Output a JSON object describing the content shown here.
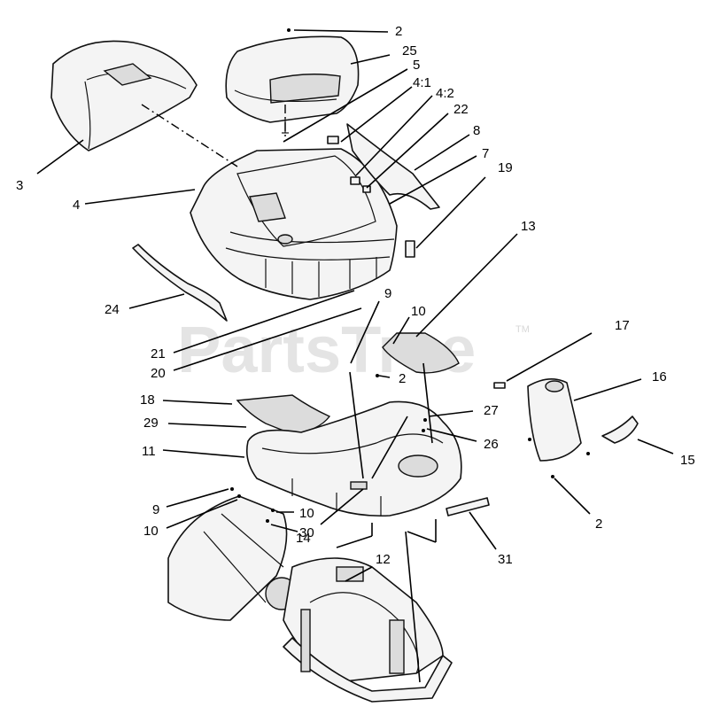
{
  "watermark": {
    "text": "PartsTree",
    "tm": "TM"
  },
  "callouts": [
    {
      "id": "c2a",
      "text": "2"
    },
    {
      "id": "c25",
      "text": "25"
    },
    {
      "id": "c5",
      "text": "5"
    },
    {
      "id": "c41",
      "text": "4:1"
    },
    {
      "id": "c42",
      "text": "4:2"
    },
    {
      "id": "c22",
      "text": "22"
    },
    {
      "id": "c8",
      "text": "8"
    },
    {
      "id": "c7",
      "text": "7"
    },
    {
      "id": "c19",
      "text": "19"
    },
    {
      "id": "c3",
      "text": "3"
    },
    {
      "id": "c4",
      "text": "4"
    },
    {
      "id": "c13",
      "text": "13"
    },
    {
      "id": "c24",
      "text": "24"
    },
    {
      "id": "c9a",
      "text": "9"
    },
    {
      "id": "c10a",
      "text": "10"
    },
    {
      "id": "c21",
      "text": "21"
    },
    {
      "id": "c20",
      "text": "20"
    },
    {
      "id": "c2b",
      "text": "2"
    },
    {
      "id": "c17",
      "text": "17"
    },
    {
      "id": "c16",
      "text": "16"
    },
    {
      "id": "c18",
      "text": "18"
    },
    {
      "id": "c27",
      "text": "27"
    },
    {
      "id": "c29",
      "text": "29"
    },
    {
      "id": "c26",
      "text": "26"
    },
    {
      "id": "c15",
      "text": "15"
    },
    {
      "id": "c11",
      "text": "11"
    },
    {
      "id": "c9b",
      "text": "9"
    },
    {
      "id": "c10b",
      "text": "10"
    },
    {
      "id": "c10c",
      "text": "10"
    },
    {
      "id": "c30",
      "text": "30"
    },
    {
      "id": "c14",
      "text": "14"
    },
    {
      "id": "c2c",
      "text": "2"
    },
    {
      "id": "c31",
      "text": "31"
    },
    {
      "id": "c12",
      "text": "12"
    }
  ]
}
